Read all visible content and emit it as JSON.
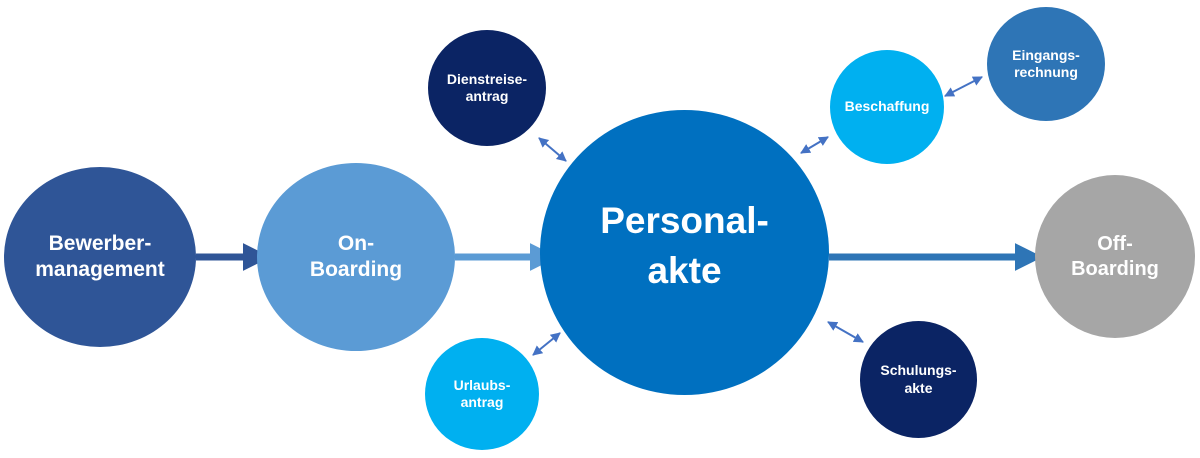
{
  "colors": {
    "dark_navy": "#0b2464",
    "steel_blue": "#2f5597",
    "mid_blue": "#5b9bd5",
    "primary_blue": "#0070c0",
    "sky_blue": "#00b0f0",
    "medium_blue": "#2e75b6",
    "grey": "#a6a6a6",
    "arrow_blue": "#2e75b6",
    "arrow_light": "#5b9bd5",
    "connector": "#4472c4"
  },
  "nodes": {
    "bewerbermanagement": {
      "text": "Bewerber-\nmanagement"
    },
    "onboarding": {
      "text": "On-\nBoarding"
    },
    "personalakte": {
      "text": "Personal-\nakte"
    },
    "offboarding": {
      "text": "Off-\nBoarding"
    },
    "dienstreiseantrag": {
      "text": "Dienstreise-\nantrag"
    },
    "urlaubsantrag": {
      "text": "Urlaubs-\nantrag"
    },
    "beschaffung": {
      "text": "Beschaffung"
    },
    "eingangsrechnung": {
      "text": "Eingangs-\nrechnung"
    },
    "schulungsakte": {
      "text": "Schulungs-\nakte"
    }
  }
}
